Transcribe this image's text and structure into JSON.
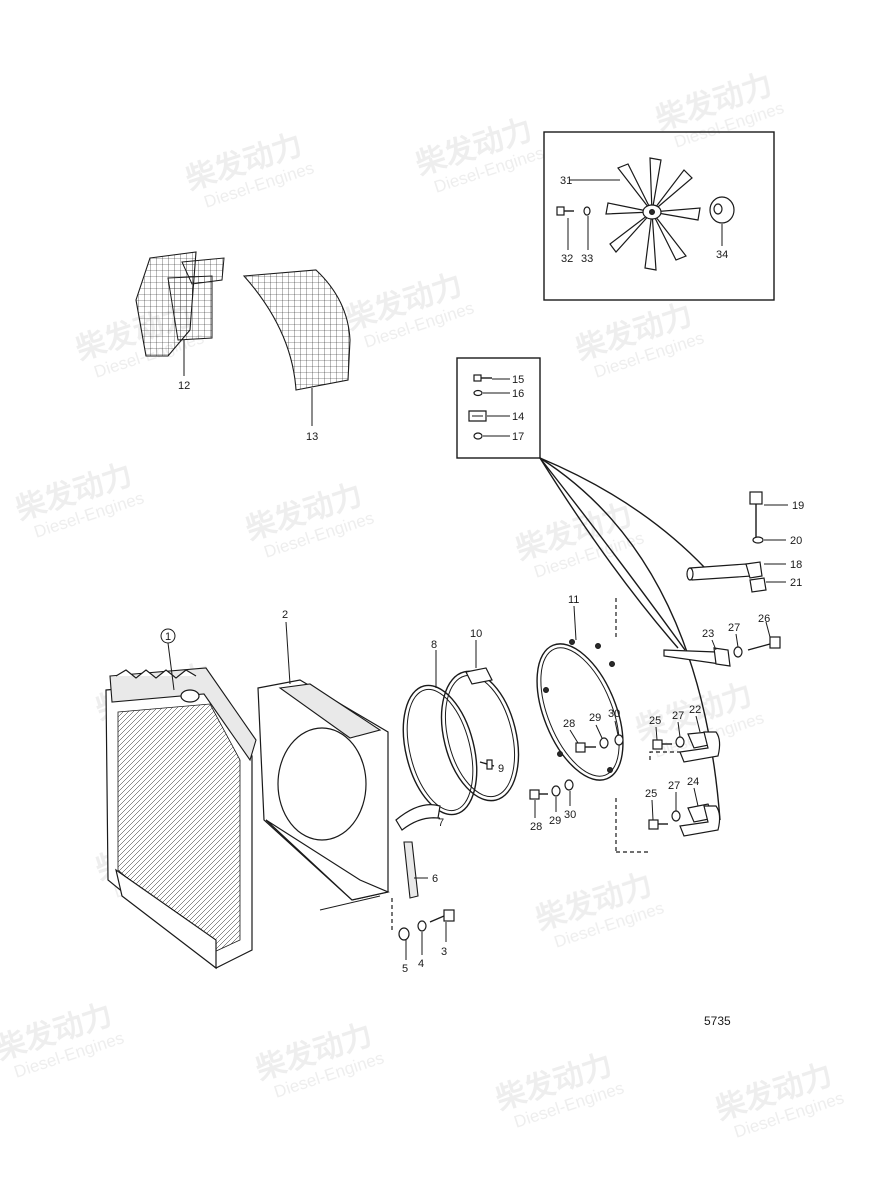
{
  "watermark": {
    "logo_cn": "柴发动力",
    "logo_en": "Diesel-Engines"
  },
  "drawing_number": "5735",
  "callouts": {
    "c1": "1",
    "c2": "2",
    "c3": "3",
    "c4": "4",
    "c5": "5",
    "c6": "6",
    "c7": "7",
    "c8": "8",
    "c9": "9",
    "c10": "10",
    "c11": "11",
    "c12": "12",
    "c13": "13",
    "c14": "14",
    "c15": "15",
    "c16": "16",
    "c17": "17",
    "c18": "18",
    "c19": "19",
    "c20": "20",
    "c21": "21",
    "c22": "22",
    "c23": "23",
    "c24": "24",
    "c25a": "25",
    "c25b": "25",
    "c26": "26",
    "c27a": "27",
    "c27b": "27",
    "c28a": "28",
    "c28b": "28",
    "c29a": "29",
    "c29b": "29",
    "c30a": "30",
    "c30b": "30",
    "c31": "31",
    "c32": "32",
    "c33": "33",
    "c34": "34"
  }
}
